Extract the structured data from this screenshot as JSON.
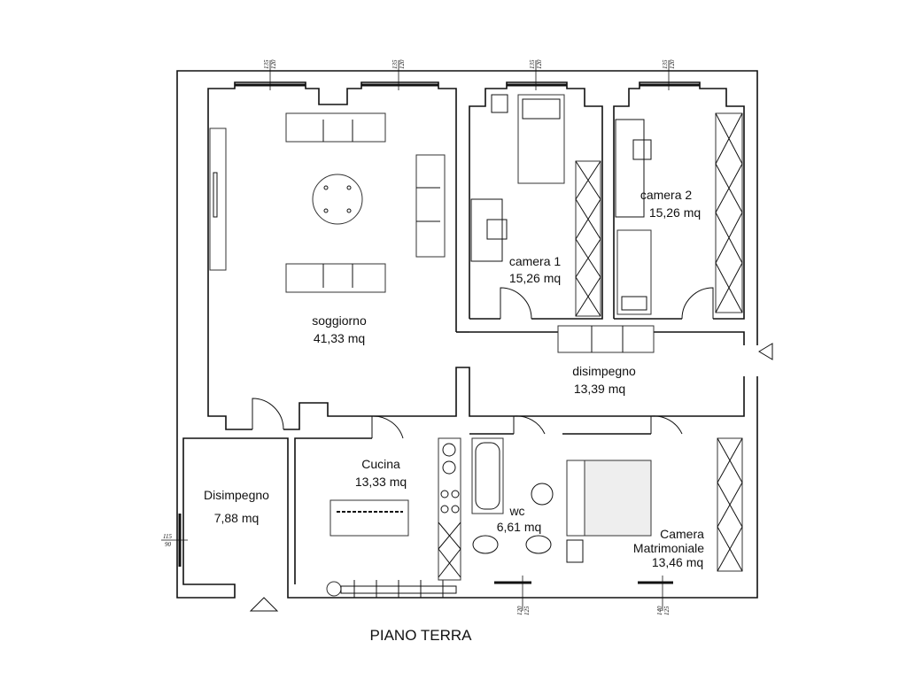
{
  "title": "PIANO TERRA",
  "rooms": {
    "soggiorno": {
      "name": "soggiorno",
      "area": "41,33 mq"
    },
    "camera1": {
      "name": "camera 1",
      "area": "15,26 mq"
    },
    "camera2": {
      "name": "camera 2",
      "area": "15,26 mq"
    },
    "disimpegno": {
      "name": "disimpegno",
      "area": "13,39 mq"
    },
    "disimpegno_ingresso": {
      "name": "Disimpegno",
      "area": "7,88 mq"
    },
    "cucina": {
      "name": "Cucina",
      "area": "13,33 mq"
    },
    "wc": {
      "name": "wc",
      "area": "6,61 mq"
    },
    "camera_matrimoniale": {
      "name1": "Camera",
      "name2": "Matrimoniale",
      "area": "13,46 mq"
    }
  },
  "windows": {
    "top": [
      "135",
      "120"
    ],
    "left": [
      "115",
      "90"
    ],
    "wc": [
      "120",
      "125"
    ],
    "camera_matrimoniale": [
      "140",
      "125"
    ]
  }
}
